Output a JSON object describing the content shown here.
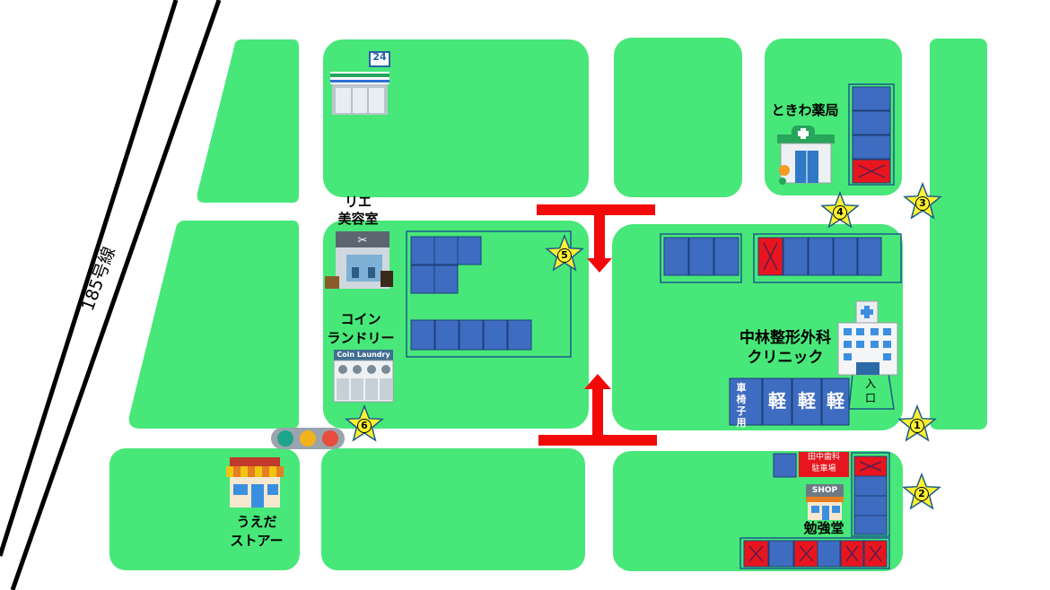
{
  "road": {
    "name": "185号線"
  },
  "colors": {
    "block": "#48e779",
    "slot_blue": "#3e6cc0",
    "slot_red": "#e8151f",
    "arrow": "#f20a0a",
    "star": "#fff231",
    "road_line": "#000000"
  },
  "places": {
    "convenience": {
      "sign": "24",
      "icon": "convenience-store-icon"
    },
    "pharmacy": {
      "name": "ときわ薬局",
      "icon": "pharmacy-icon"
    },
    "salon": {
      "line1": "リエ",
      "line2": "美容室",
      "icon": "beauty-salon-icon"
    },
    "laundry": {
      "line1": "コイン",
      "line2": "ランドリー",
      "sign": "Coin Laundry",
      "icon": "laundromat-icon"
    },
    "clinic": {
      "line1": "中林整形外科",
      "line2": "クリニック",
      "entrance": "入口",
      "icon": "clinic-building-icon"
    },
    "store": {
      "line1": "うえだ",
      "line2": "ストアー",
      "icon": "shop-front-icon"
    },
    "bookshop": {
      "name": "勉強堂",
      "sign": "SHOP",
      "icon": "small-shop-icon"
    },
    "dental_parking": {
      "line1": "田中歯科",
      "line2": "駐車場"
    }
  },
  "parking_labels": {
    "wheelchair": "車椅子用",
    "kei": "軽"
  },
  "markers": [
    "1",
    "2",
    "3",
    "4",
    "5",
    "6"
  ],
  "traffic_light": {
    "icon": "traffic-light-icon"
  }
}
